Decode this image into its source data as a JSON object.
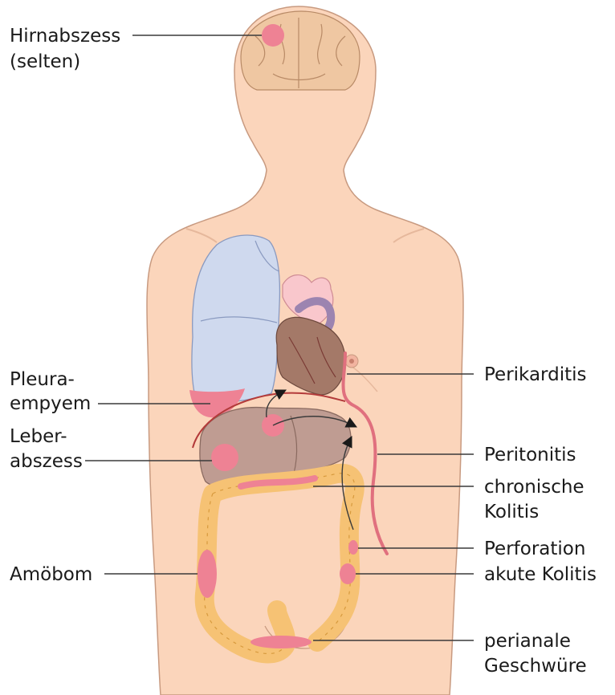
{
  "labels": {
    "hirnabszess": [
      "Hirnabszess",
      "(selten)"
    ],
    "pleuraempyem": [
      "Pleura-",
      "empyem"
    ],
    "leberabszess": [
      "Leber-",
      "abszess"
    ],
    "amoebom": [
      "Amöbom"
    ],
    "perikarditis": [
      "Perikarditis"
    ],
    "peritonitis": [
      "Peritonitis"
    ],
    "chronische_kolitis": [
      "chronische",
      "Kolitis"
    ],
    "perforation": [
      "Perforation"
    ],
    "akute_kolitis": [
      "akute Kolitis"
    ],
    "perianale_geschwuere": [
      "perianale",
      "Geschwüre"
    ]
  },
  "colors": {
    "skin": "#fbd5bb",
    "skin_outline": "#c89a80",
    "lesion": "#ee8294",
    "lung": "#cfd9ee",
    "lung_outline": "#8a9ac0",
    "liver": "#bf9c92",
    "heart": "#a47968",
    "aorta": "#9c84b0",
    "colon": "#f6c274",
    "colon_outline": "#d79a3e",
    "artery": "#e0707e",
    "brain": "#efc7a2",
    "arrow": "#1a1a1a"
  }
}
